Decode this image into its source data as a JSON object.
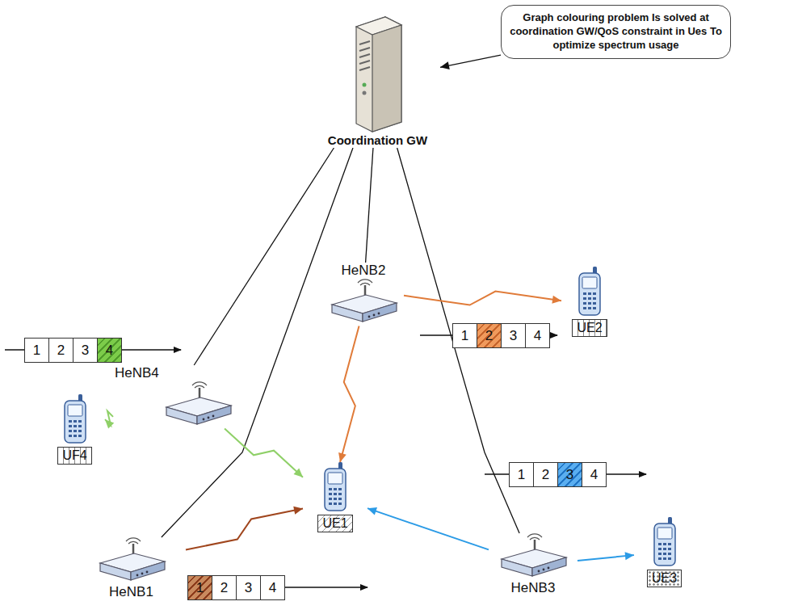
{
  "diagram": {
    "nodes": [
      {
        "text": [
          "Graph colouring problem Is solved at coordination GW/QoS constraint in Ues To optimize spectrum usage"
        ]
      },
      {
        "text": [
          "Coordination GW"
        ]
      },
      {
        "text": [
          "HeNB2"
        ]
      },
      {
        "text": [
          "UE2"
        ]
      },
      {
        "text": [
          "HeNB4"
        ]
      },
      {
        "text": [
          "UF4"
        ]
      },
      {
        "text": [
          "UE1"
        ]
      },
      {
        "text": [
          "HeNB1"
        ]
      },
      {
        "text": [
          "HeNB3"
        ]
      },
      {
        "text": [
          "UE3"
        ]
      },
      {
        "text": [
          "1"
        ]
      },
      {
        "text": [
          "2"
        ]
      },
      {
        "text": [
          "3"
        ]
      },
      {
        "text": [
          "4"
        ]
      },
      {
        "text": [
          "1"
        ]
      },
      {
        "text": [
          "2"
        ]
      },
      {
        "text": [
          "3"
        ]
      },
      {
        "text": [
          "4"
        ]
      },
      {
        "text": [
          "1"
        ]
      },
      {
        "text": [
          "2"
        ]
      },
      {
        "text": [
          "3"
        ]
      },
      {
        "text": [
          "4"
        ]
      },
      {
        "text": [
          "1"
        ]
      },
      {
        "text": [
          "2"
        ]
      },
      {
        "text": [
          "3"
        ]
      },
      {
        "text": [
          "4"
        ]
      }
    ],
    "edges": [
      {
        "from": 0,
        "to": 1,
        "arrow": "to"
      },
      {
        "from": 1,
        "to": 4,
        "arrow": "none"
      },
      {
        "from": 1,
        "to": 7,
        "arrow": "none"
      },
      {
        "from": 1,
        "to": 2,
        "arrow": "none"
      },
      {
        "from": 1,
        "to": 8,
        "arrow": "none"
      },
      {
        "from": 2,
        "to": 3,
        "arrow": "to"
      },
      {
        "from": 2,
        "to": 6,
        "arrow": "to"
      },
      {
        "from": 4,
        "to": 5,
        "arrow": "to"
      },
      {
        "from": 4,
        "to": 6,
        "arrow": "to"
      },
      {
        "from": 7,
        "to": 6,
        "arrow": "to"
      },
      {
        "from": 8,
        "to": 6,
        "arrow": "to"
      },
      {
        "from": 8,
        "to": 9,
        "arrow": "to"
      }
    ]
  }
}
